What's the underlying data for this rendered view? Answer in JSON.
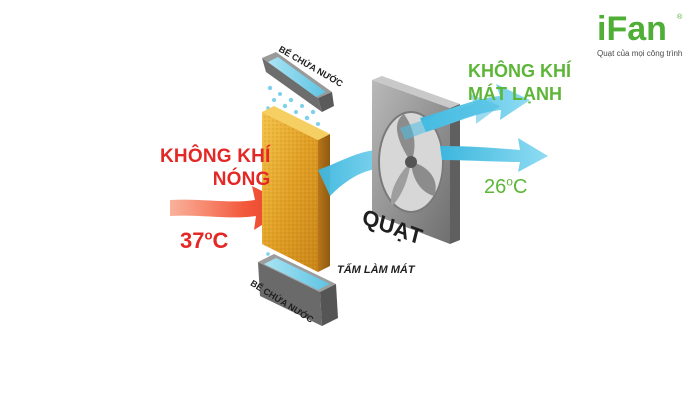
{
  "diagram": {
    "hot_air": {
      "line1": "KHÔNG KHÍ",
      "line2": "NÓNG",
      "temp_value": "37",
      "temp_degree": "o",
      "temp_unit": "C"
    },
    "cool_air": {
      "line1": "KHÔNG KHÍ",
      "line2": "MÁT LẠNH",
      "temp_value": "26",
      "temp_degree": "o",
      "temp_unit": "C"
    },
    "components": {
      "top_tank": "BỂ CHỨA NƯỚC",
      "cooling_pad": "TẤM LÀM MÁT",
      "fan": "QUẠT",
      "bottom_tank": "BỂ CHỨA NƯỚC"
    },
    "colors": {
      "hot": "#e32826",
      "cool": "#5db638",
      "air_flow": "#5bc7e6",
      "pad": "#e8a92a",
      "frame": "#8c8c8c"
    }
  },
  "brand": {
    "name": "iFan",
    "registered": "®",
    "tagline": "Quạt của mọi công trình"
  }
}
